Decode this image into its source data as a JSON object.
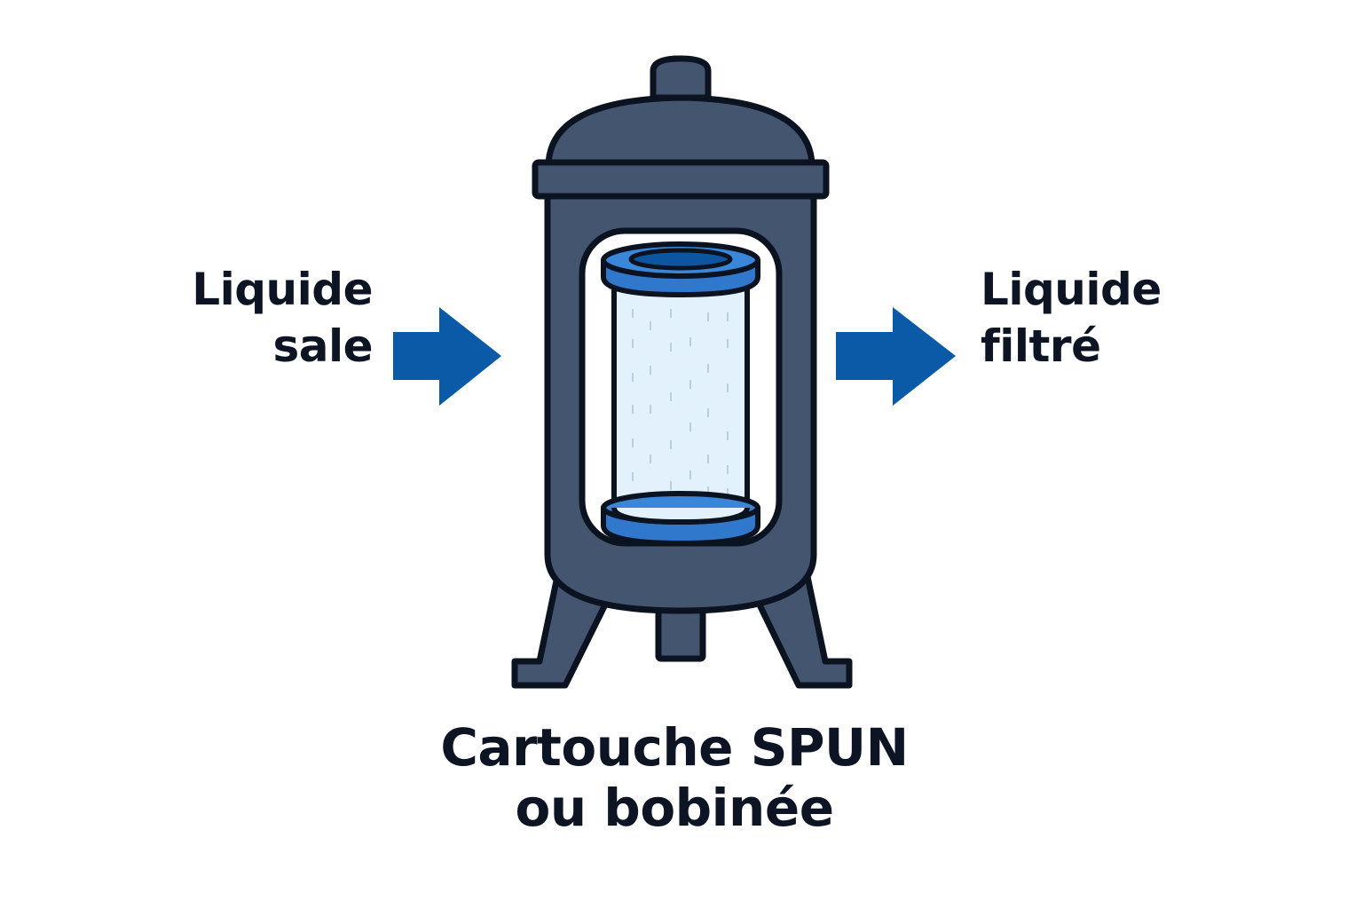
{
  "inlet": {
    "label_line1": "Liquide",
    "label_line2": "sale",
    "arrow_icon": "arrow-right-icon"
  },
  "outlet": {
    "label_line1": "Liquide",
    "label_line2": "filtré",
    "arrow_icon": "arrow-right-icon"
  },
  "caption": {
    "line1": "Cartouche SPUN",
    "line2": "ou bobinée"
  },
  "colors": {
    "housing": "#44566f",
    "outline": "#0b1220",
    "arrow": "#0a5aa8",
    "cartridge_cap": "#2f78cc",
    "cartridge_body": "#e3f1fc",
    "text": "#0d1525"
  }
}
